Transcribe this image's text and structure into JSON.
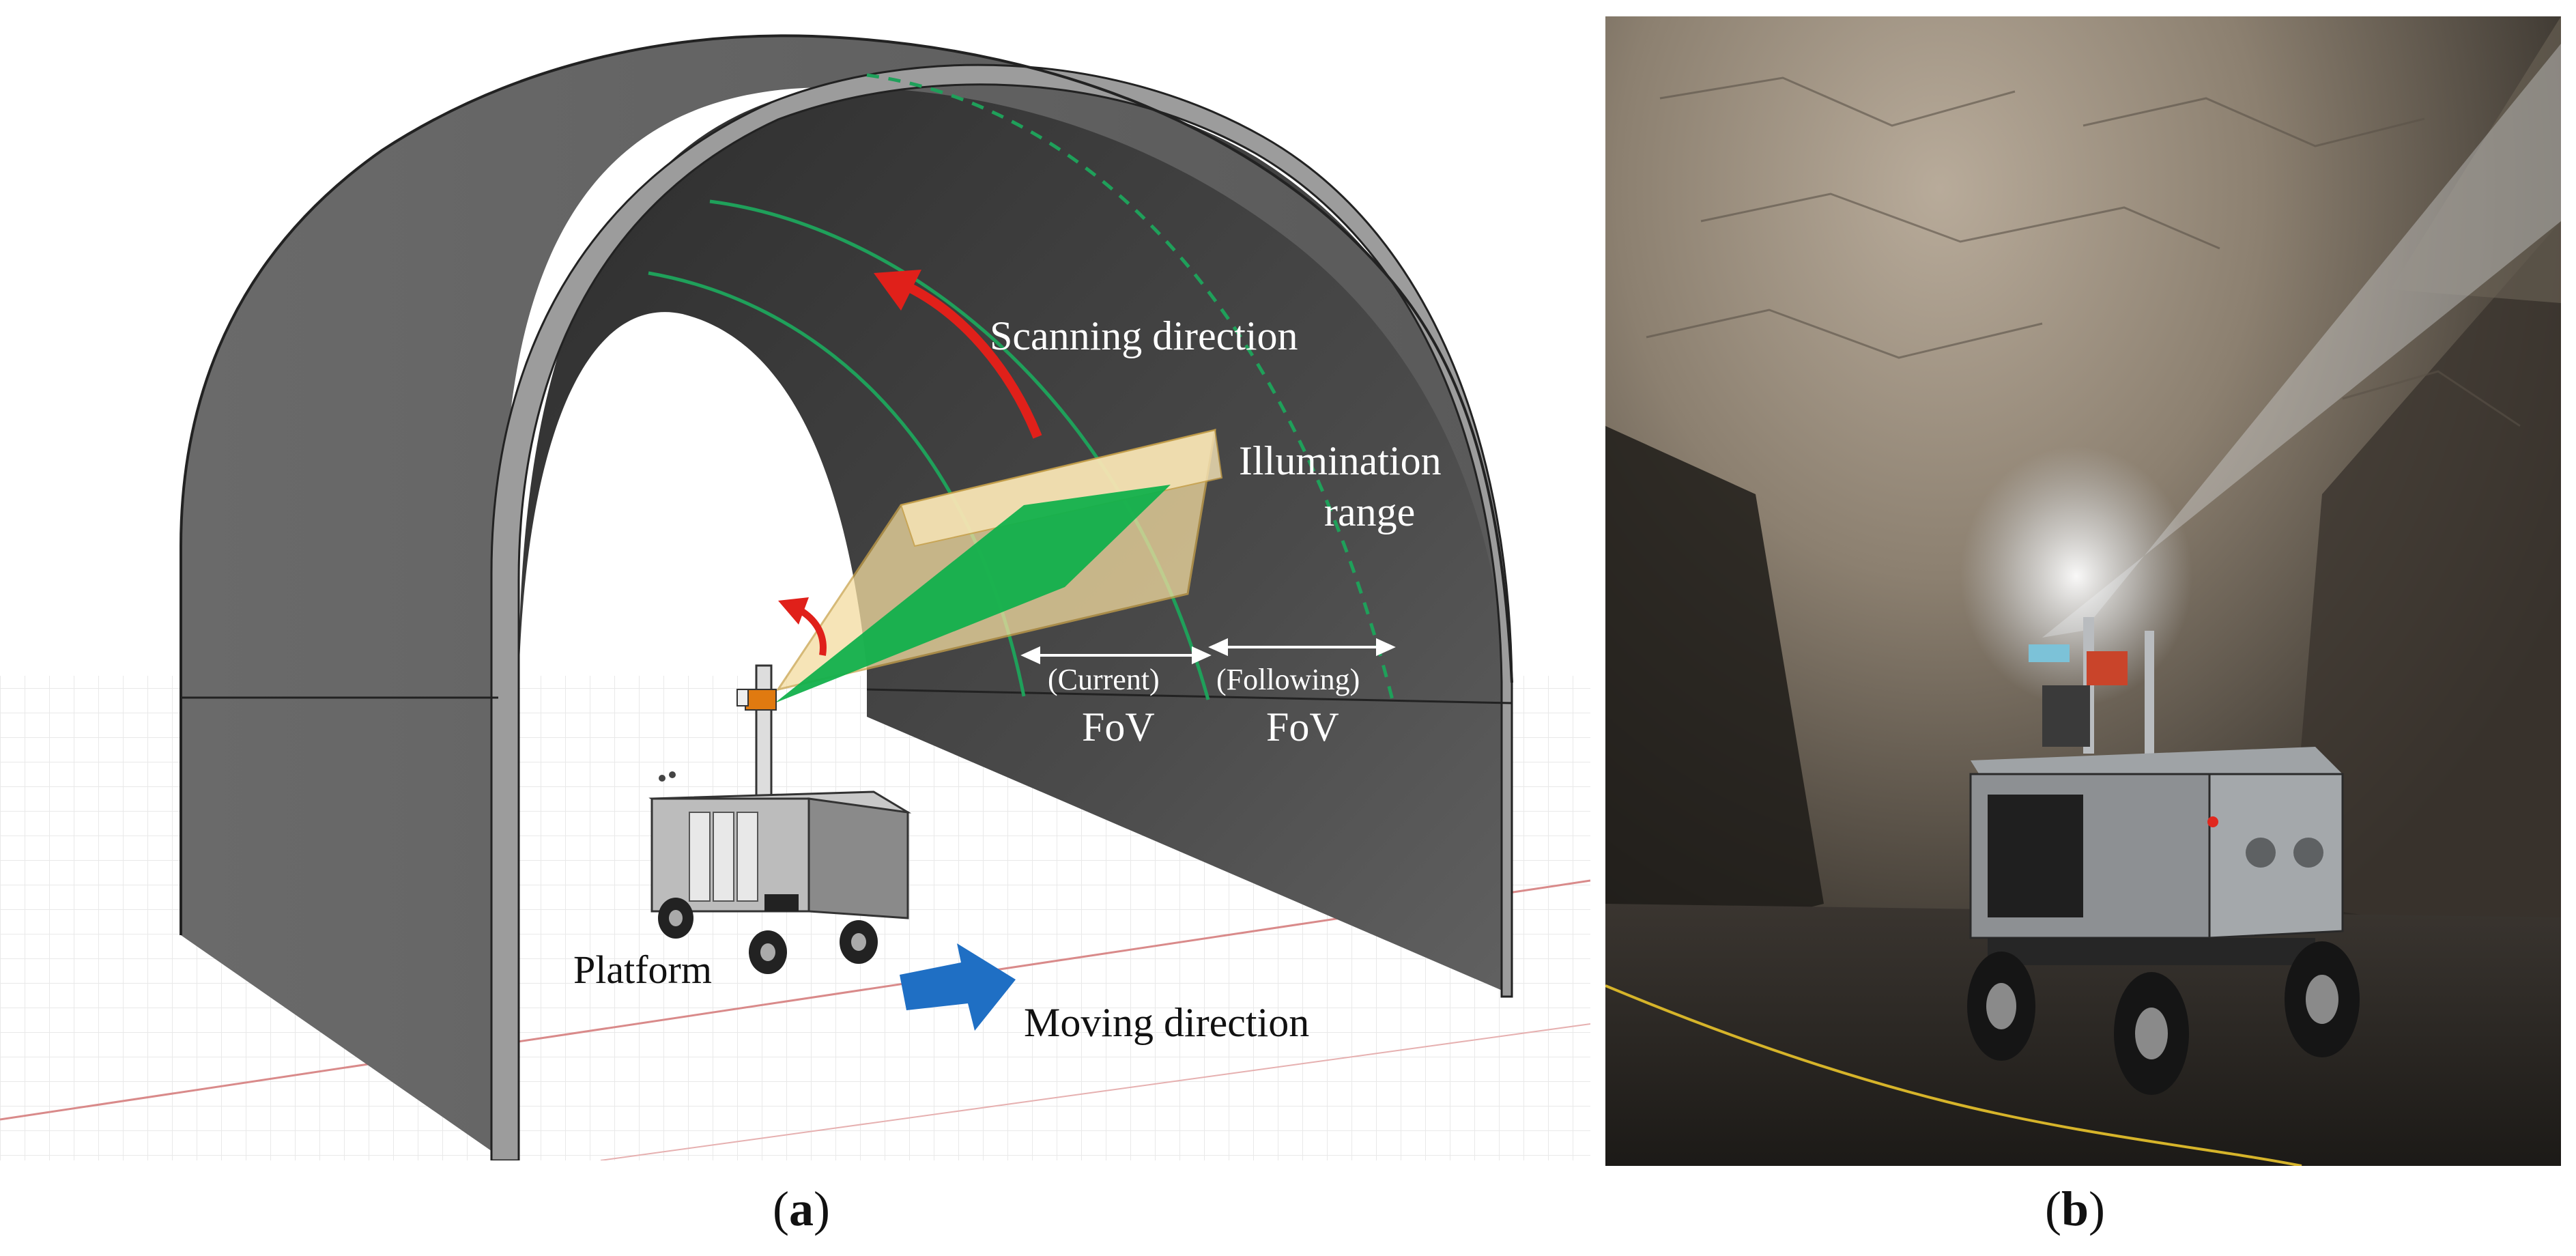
{
  "panel_a": {
    "labels": {
      "scanning_direction": "Scanning direction",
      "illumination_line1": "Illumination",
      "illumination_line2": "range",
      "current": "(Current)",
      "following": "(Following)",
      "fov_current": "FoV",
      "fov_following": "FoV",
      "platform": "Platform",
      "moving_direction": "Moving direction"
    },
    "colors": {
      "tunnel_wall": "#5a5a5a",
      "tunnel_inner": "#3a3a3a",
      "tunnel_edge": "#9a9a9a",
      "scan_lines": "#1fa05a",
      "illumination_fill": "#f3dca0",
      "fov_fill": "#12b04c",
      "scan_arrow": "#e0201a",
      "move_arrow": "#1f6fc4"
    },
    "caption": {
      "open": "(",
      "letter": "a",
      "close": ")"
    }
  },
  "panel_b": {
    "caption": {
      "open": "(",
      "letter": "b",
      "close": ")"
    }
  }
}
